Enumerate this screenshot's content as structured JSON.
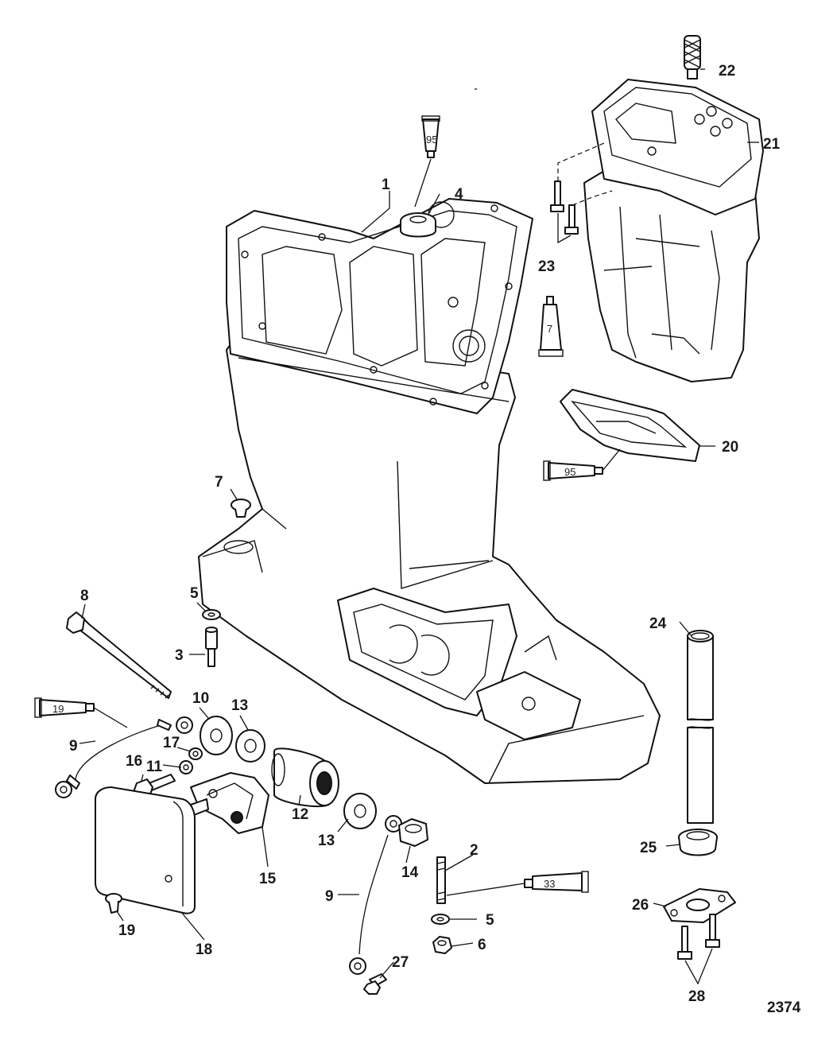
{
  "diagram": {
    "figure_number": "2374",
    "callouts": {
      "c1": "1",
      "c2": "2",
      "c3": "3",
      "c4": "4",
      "c5a": "5",
      "c5b": "5",
      "c6": "6",
      "c7": "7",
      "c8": "8",
      "c9a": "9",
      "c9b": "9",
      "c10": "10",
      "c11": "11",
      "c12": "12",
      "c13a": "13",
      "c13b": "13",
      "c14": "14",
      "c15": "15",
      "c16": "16",
      "c17": "17",
      "c18": "18",
      "c19": "19",
      "c20": "20",
      "c21": "21",
      "c22": "22",
      "c23": "23",
      "c24": "24",
      "c25": "25",
      "c26": "26",
      "c27": "27",
      "c28": "28"
    },
    "tubes": {
      "t95a": "95",
      "t95b": "95",
      "t7": "7",
      "t19": "19",
      "t33": "33"
    }
  }
}
